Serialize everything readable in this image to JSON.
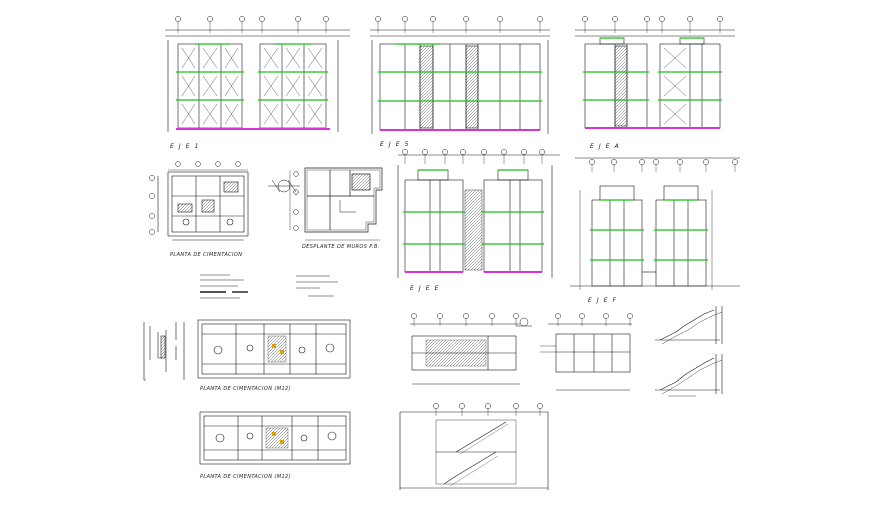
{
  "drawing": {
    "labels": {
      "eje1": "E J E   1",
      "eje5": "E J E   5",
      "ejeA": "E J E   A",
      "ejeE": "E J E   E",
      "ejeF": "E J E   F",
      "planta_cimentacion": "PLANTA DE CIMENTACION",
      "desplante_muros": "DESPLANTE DE MUROS P.B.",
      "planta_cimentacion_m12_a": "PLANTA DE CIMENTACION (M12)",
      "planta_cimentacion_m12_b": "PLANTA DE CIMENTACION (M12)"
    },
    "colors": {
      "line": "#1a1a1a",
      "slab": "#18c018",
      "base": "#d633d6",
      "accent": "#e0a000"
    }
  }
}
